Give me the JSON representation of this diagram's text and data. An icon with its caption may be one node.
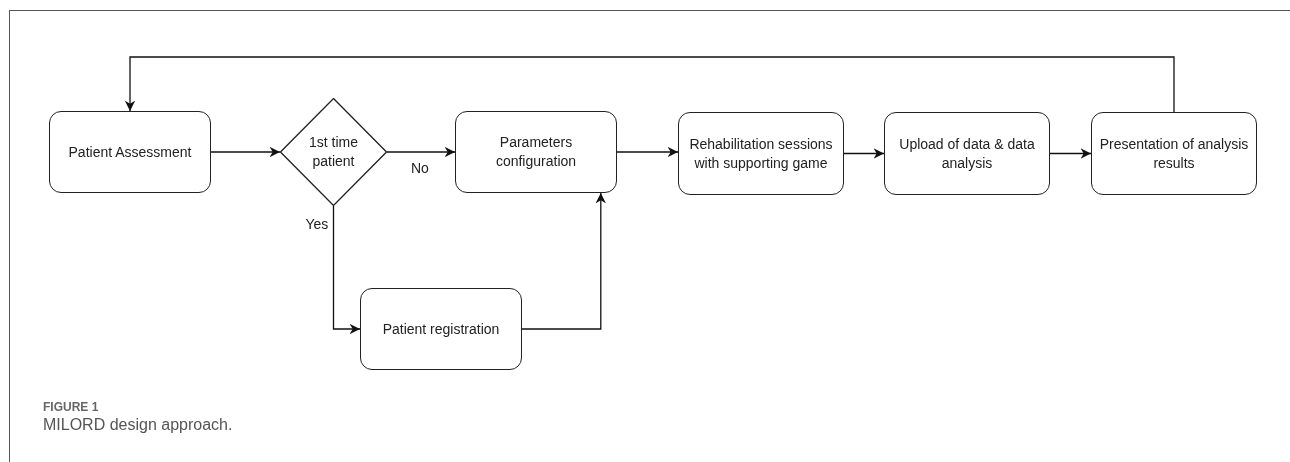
{
  "diagram": {
    "caption": "MILORD design approach.",
    "nodes": [
      {
        "text": [
          "Patient Assessment"
        ]
      },
      {
        "text": [
          "1st time patient"
        ]
      },
      {
        "text": [
          "Parameters configuration"
        ]
      },
      {
        "text": [
          "Patient registration"
        ]
      },
      {
        "text": [
          "Rehabilitation sessions with supporting game"
        ]
      },
      {
        "text": [
          "Upload of data & data analysis"
        ]
      },
      {
        "text": [
          "Presentation of analysis results"
        ]
      }
    ],
    "edges": [
      {
        "from": 0,
        "to": 1,
        "arrow": "to"
      },
      {
        "from": 1,
        "to": 2,
        "arrow": "to",
        "label": "No"
      },
      {
        "from": 1,
        "to": 3,
        "arrow": "to",
        "label": "Yes"
      },
      {
        "from": 3,
        "to": 2,
        "arrow": "to"
      },
      {
        "from": 2,
        "to": 4,
        "arrow": "to"
      },
      {
        "from": 4,
        "to": 5,
        "arrow": "to"
      },
      {
        "from": 5,
        "to": 6,
        "arrow": "to"
      },
      {
        "from": 6,
        "to": 0,
        "arrow": "to"
      }
    ],
    "labels": [
      "FIGURE 1"
    ]
  }
}
